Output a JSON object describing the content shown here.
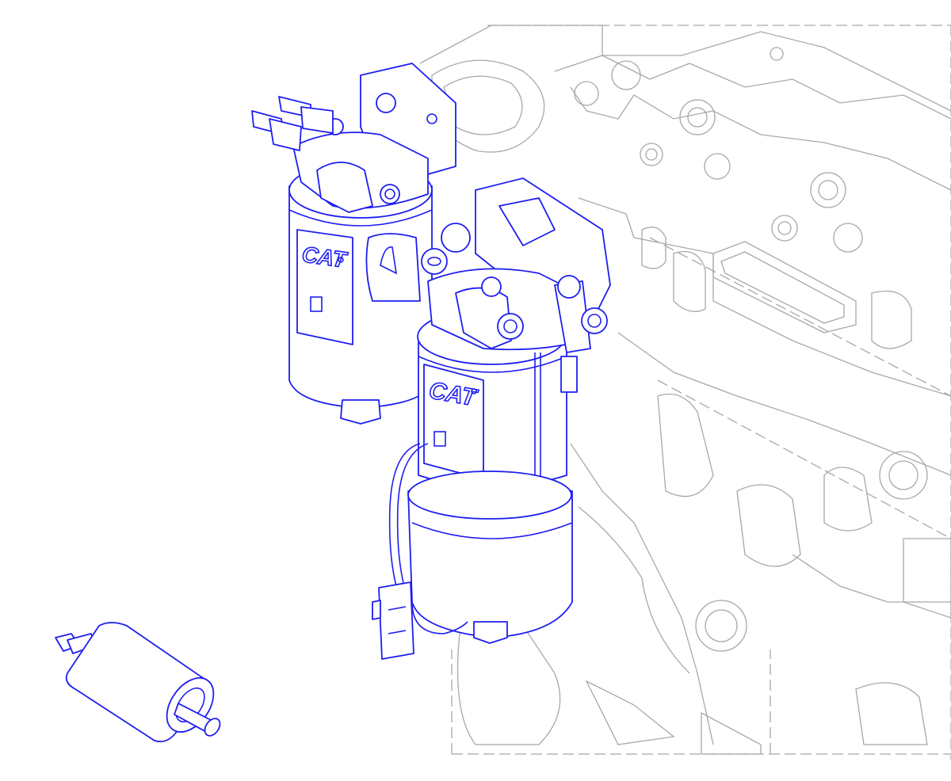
{
  "diagram": {
    "logos": [
      "CAT",
      "CAT"
    ],
    "colors": {
      "highlighted_parts": "#1e1ef0",
      "engine_background": "#a8a8a8",
      "background": "#ffffff"
    },
    "components": [
      "primary-fuel-filter-water-separator",
      "secondary-fuel-filter",
      "inline-fuel-filter",
      "filter-mounting-bracket",
      "wiring-connector",
      "engine-block"
    ]
  }
}
